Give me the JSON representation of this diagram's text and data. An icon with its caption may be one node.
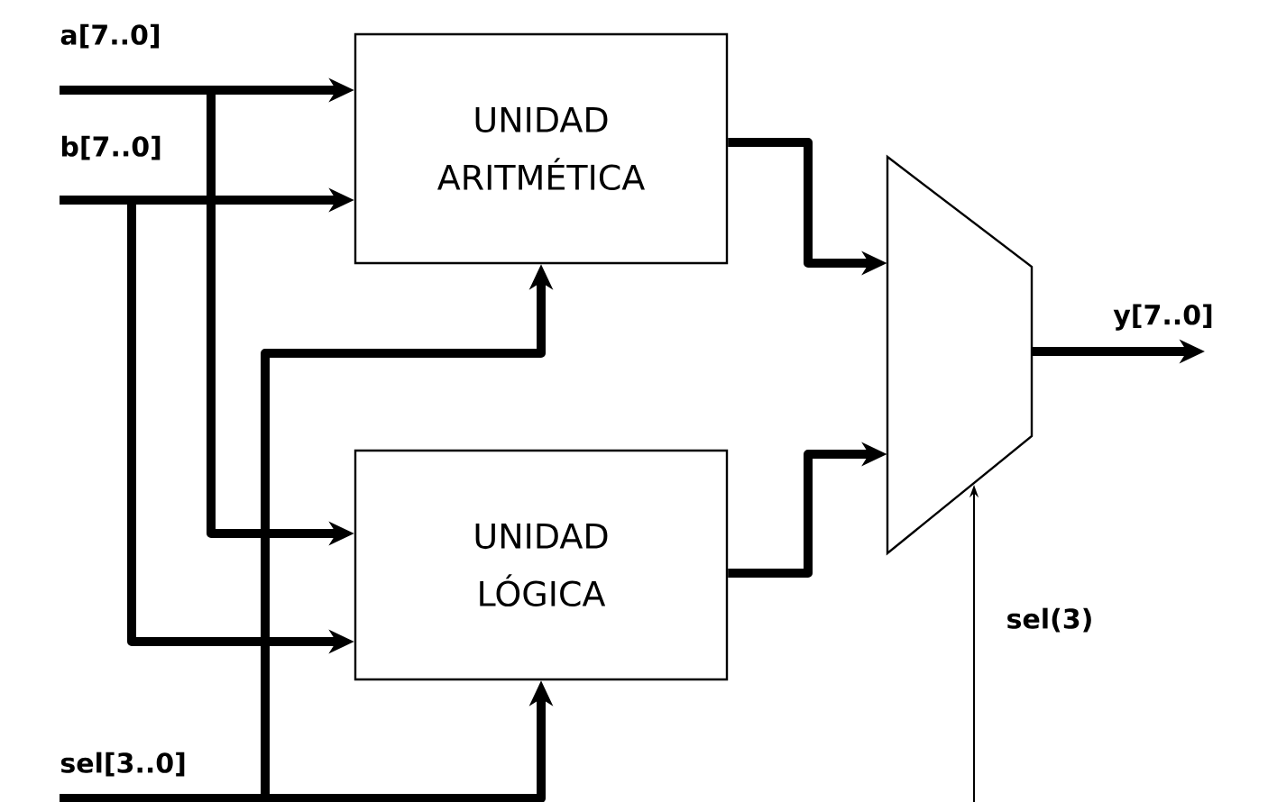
{
  "diagram": {
    "nodes": [
      {
        "text": [
          "UNIDAD ARITMÉTICA"
        ]
      },
      {
        "text": [
          "UNIDAD LÓGICA"
        ]
      },
      {
        "text": [],
        "shape": "trapezoid"
      },
      {
        "text": [
          "a[7..0]"
        ]
      },
      {
        "text": [
          "b[7..0]"
        ]
      },
      {
        "text": [
          "sel[3..0]"
        ]
      }
    ],
    "edges": [
      {
        "from": 3,
        "to": 0,
        "arrow": "to"
      },
      {
        "from": 3,
        "to": 1,
        "arrow": "to"
      },
      {
        "from": 4,
        "to": 0,
        "arrow": "to"
      },
      {
        "from": 4,
        "to": 1,
        "arrow": "to"
      },
      {
        "from": 5,
        "to": 0,
        "arrow": "to"
      },
      {
        "from": 5,
        "to": 1,
        "arrow": "to"
      },
      {
        "from": 0,
        "to": 2,
        "arrow": "to"
      },
      {
        "from": 1,
        "to": 2,
        "arrow": "to"
      },
      {
        "from": 2,
        "to": null,
        "arrow": "to",
        "label": "y[7..0]"
      },
      {
        "from": null,
        "to": 2,
        "arrow": "to",
        "label": "sel(3)"
      }
    ]
  }
}
